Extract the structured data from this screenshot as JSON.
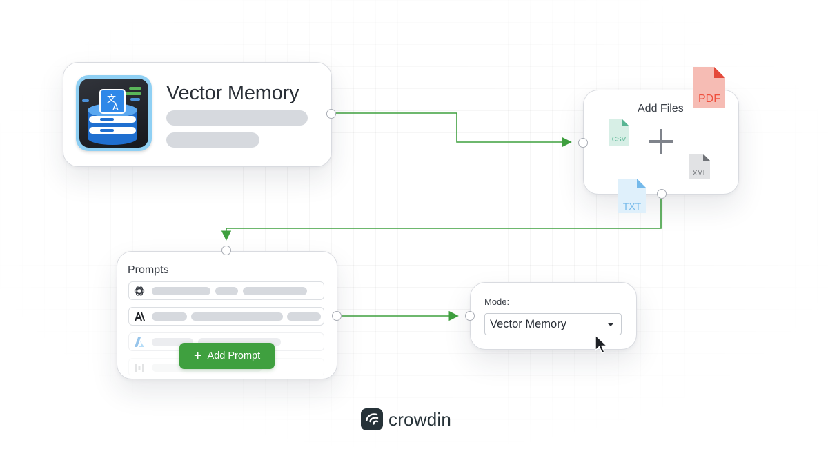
{
  "colors": {
    "connector": "#3fa03f",
    "primary_button": "#3fa03f",
    "pdf": "#ef4f3d",
    "csv": "#58b593",
    "txt": "#74b9ea",
    "xml": "#8a8d92",
    "brand": "#263238"
  },
  "vector_memory": {
    "title": "Vector Memory"
  },
  "add_files": {
    "title": "Add Files",
    "file_types": {
      "pdf": "PDF",
      "csv": "CSV",
      "xml": "XML",
      "txt": "TXT"
    }
  },
  "prompts": {
    "title": "Prompts",
    "rows": [
      {
        "icon": "openai-icon"
      },
      {
        "icon": "anthropic-icon"
      },
      {
        "icon": "azure-icon"
      },
      {
        "icon": "mistral-icon"
      }
    ],
    "add_button_label": "Add Prompt"
  },
  "mode": {
    "label": "Mode:",
    "selected": "Vector Memory"
  },
  "brand": {
    "name": "crowdin"
  }
}
